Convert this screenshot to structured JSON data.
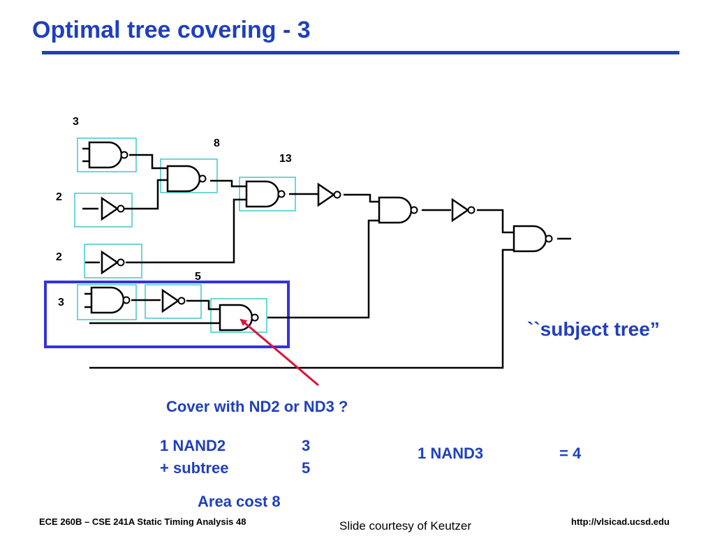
{
  "title": "Optimal tree covering - 3",
  "node_costs": {
    "nand_top": "3",
    "nand_mid": "8",
    "nand_13": "13",
    "inv_2a": "2",
    "inv_2b": "2",
    "inv_5": "5",
    "nand_3": "3"
  },
  "subject_tree_label": "``subject tree”",
  "question": "Cover with ND2 or ND3 ?",
  "option1": {
    "line1_label": "1 NAND2",
    "line1_value": "3",
    "line2_label": "+ subtree",
    "line2_value": "5",
    "total": "Area cost 8"
  },
  "option2": {
    "label": "1 NAND3",
    "value": "= 4"
  },
  "footer": {
    "course": "ECE 260B – CSE 241A Static Timing Analysis 48",
    "credit": "Slide courtesy of Keutzer",
    "url": "http://vlsicad.ucsd.edu"
  },
  "colors": {
    "title_blue": "#1f3fbf",
    "cover_box_cyan": "#40c8c8",
    "highlight_box_blue": "#3333dd",
    "arrow_red": "#e0103a"
  }
}
